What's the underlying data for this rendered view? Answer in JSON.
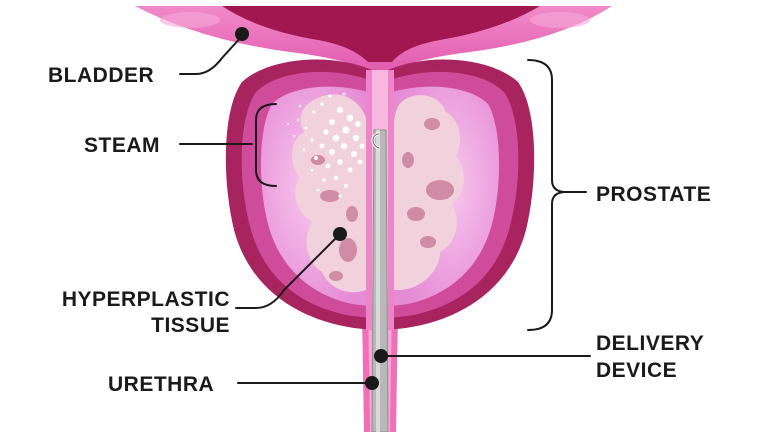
{
  "labels": {
    "bladder": "BLADDER",
    "steam": "STEAM",
    "hyperplastic_line1": "HYPERPLASTIC",
    "hyperplastic_line2": "TISSUE",
    "urethra": "URETHRA",
    "prostate": "PROSTATE",
    "delivery_line1": "DELIVERY",
    "delivery_line2": "DEVICE"
  },
  "colors": {
    "bladder_wall": "#e96bb8",
    "bladder_lumen": "#a1174f",
    "prostate_outer": "#a8245f",
    "prostate_mid": "#cf4c9a",
    "prostate_inner": "#ec9fe0",
    "tissue": "#f1d2dc",
    "tissue_spots": "#cf8ca4",
    "device": "#b8b8b8",
    "urethra": "#f06fb6",
    "ink": "#1a1a1a"
  }
}
